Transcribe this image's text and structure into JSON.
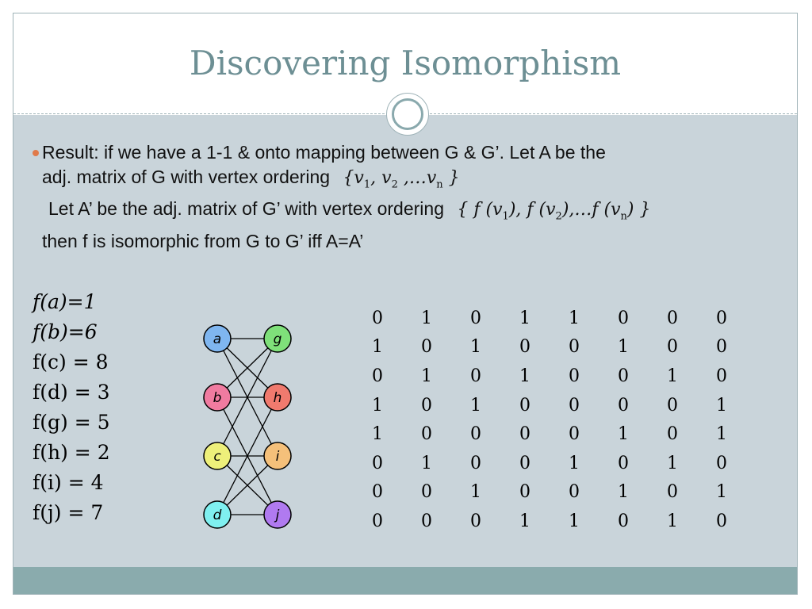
{
  "title": "Discovering Isomorphism",
  "bullet": {
    "line1": "Result: if we have a 1-1 & onto mapping between G & G’. Let A be the",
    "line2": "adj. matrix of G with vertex ordering",
    "ordering1": "{v1, v2 ,…vn }",
    "line3": "Let A’ be the adj. matrix of G’ with vertex ordering",
    "ordering2": "{ f (v1), f (v2),…f (vn) }",
    "line4": "then f is isomorphic from G to G’ iff A=A’"
  },
  "mappings": [
    "f(a)=1",
    "f(b)=6",
    "f(c) = 8",
    "f(d) = 3",
    "f(g) = 5",
    "f(h) = 2",
    "f(i) = 4",
    "f(j) = 7"
  ],
  "graph": {
    "left_nodes": [
      {
        "label": "a",
        "color": "#7fb6f0"
      },
      {
        "label": "b",
        "color": "#f07ba0"
      },
      {
        "label": "c",
        "color": "#eef07a"
      },
      {
        "label": "d",
        "color": "#7ff0f0"
      }
    ],
    "right_nodes": [
      {
        "label": "g",
        "color": "#7fe07a"
      },
      {
        "label": "h",
        "color": "#f07a6e"
      },
      {
        "label": "i",
        "color": "#f5c07a"
      },
      {
        "label": "j",
        "color": "#b07af0"
      }
    ],
    "edges": [
      [
        "a",
        "g"
      ],
      [
        "a",
        "h"
      ],
      [
        "a",
        "i"
      ],
      [
        "b",
        "g"
      ],
      [
        "b",
        "h"
      ],
      [
        "b",
        "j"
      ],
      [
        "c",
        "g"
      ],
      [
        "c",
        "i"
      ],
      [
        "c",
        "j"
      ],
      [
        "d",
        "h"
      ],
      [
        "d",
        "i"
      ],
      [
        "d",
        "j"
      ]
    ]
  },
  "matrix": [
    [
      "0",
      "1",
      "0",
      "1",
      "1",
      "0",
      "0",
      "0"
    ],
    [
      "1",
      "0",
      "1",
      "0",
      "0",
      "1",
      "0",
      "0"
    ],
    [
      "0",
      "1",
      "0",
      "1",
      "0",
      "0",
      "1",
      "0"
    ],
    [
      "1",
      "0",
      "1",
      "0",
      "0",
      "0",
      "0",
      "1"
    ],
    [
      "1",
      "0",
      "0",
      "0",
      "0",
      "1",
      "0",
      "1"
    ],
    [
      "0",
      "1",
      "0",
      "0",
      "1",
      "0",
      "1",
      "0"
    ],
    [
      "0",
      "0",
      "1",
      "0",
      "0",
      "1",
      "0",
      "1"
    ],
    [
      "0",
      "0",
      "0",
      "1",
      "1",
      "0",
      "1",
      "0"
    ]
  ]
}
